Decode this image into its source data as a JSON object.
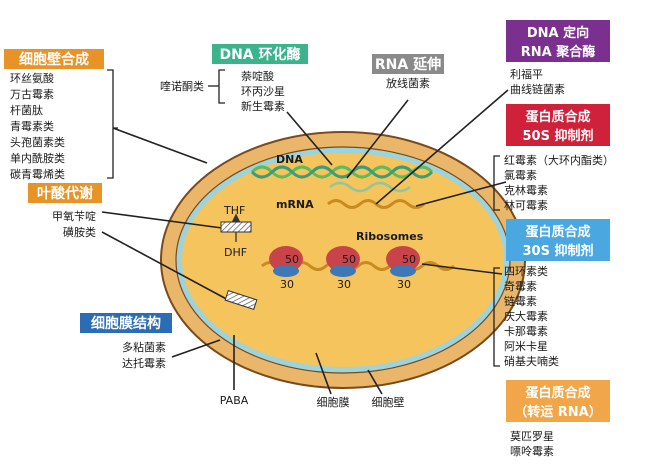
{
  "colors": {
    "outer_wall": "#e9b66a",
    "inner_cell": "#f5c45c",
    "membrane": "#9fd3da",
    "wall_outline": "#7a4a1a",
    "orange_box": "#e89328",
    "green_box": "#3bb48b",
    "gray_box": "#8a8a8a",
    "purple_box": "#7b2f8e",
    "red_box": "#d0213b",
    "blue_box": "#2b6cb5",
    "light_blue_box": "#4aa7e0",
    "light_orange_box": "#f2a64a",
    "dna_strand_1": "#5dbb5a",
    "dna_strand_2": "#3a9c7a",
    "mrna": "#c98a1f",
    "ribosome_large": "#c9444a",
    "ribosome_small": "#3d78b8"
  },
  "labels": {
    "cell_wall_synthesis": {
      "title": "细胞壁合成",
      "drugs": [
        "环丝氨酸",
        "万古霉素",
        "杆菌肽",
        "青霉素类",
        "头孢菌素类",
        "单内酰胺类",
        "碳青霉烯类"
      ]
    },
    "folate_metabolism": {
      "title": "叶酸代谢",
      "drugs": [
        "甲氧苄啶",
        "磺胺类"
      ]
    },
    "membrane_structure": {
      "title": "细胞膜结构",
      "drugs": [
        "多粘菌素",
        "达托霉素"
      ]
    },
    "dna_gyrase": {
      "title": "DNA 环化酶",
      "left_drug": "喹诺酮类",
      "drugs": [
        "萘啶酸",
        "环丙沙星",
        "新生霉素"
      ]
    },
    "rna_elongation": {
      "title": "RNA 延伸",
      "drugs": [
        "放线菌素"
      ]
    },
    "rna_polymerase": {
      "title_line1": "DNA 定向",
      "title_line2": "RNA 聚合酶",
      "drugs": [
        "利福平",
        "曲线链菌素"
      ]
    },
    "protein_50s": {
      "title_line1": "蛋白质合成",
      "title_line2": "50S 抑制剂",
      "drugs": [
        "红霉素（大环内酯类）",
        "氯霉素",
        "克林霉素",
        "林可霉素"
      ]
    },
    "protein_30s": {
      "title_line1": "蛋白质合成",
      "title_line2": "30S 抑制剂",
      "drugs": [
        "四环素类",
        "奇霉素",
        "链霉素",
        "庆大霉素",
        "卡那霉素",
        "阿米卡星",
        "硝基夫喃类"
      ]
    },
    "trna": {
      "title_line1": "蛋白质合成",
      "title_line2": "（转运 RNA）",
      "drugs": [
        "莫匹罗星",
        "嘌呤霉素"
      ]
    }
  },
  "cell": {
    "dna": "DNA",
    "mrna": "mRNA",
    "ribosomes": "Ribosomes",
    "thf": "THF",
    "dhf": "DHF",
    "paba": "PABA",
    "membrane": "细胞膜",
    "wall": "细胞壁",
    "subunit_50": "50",
    "subunit_30": "30"
  }
}
